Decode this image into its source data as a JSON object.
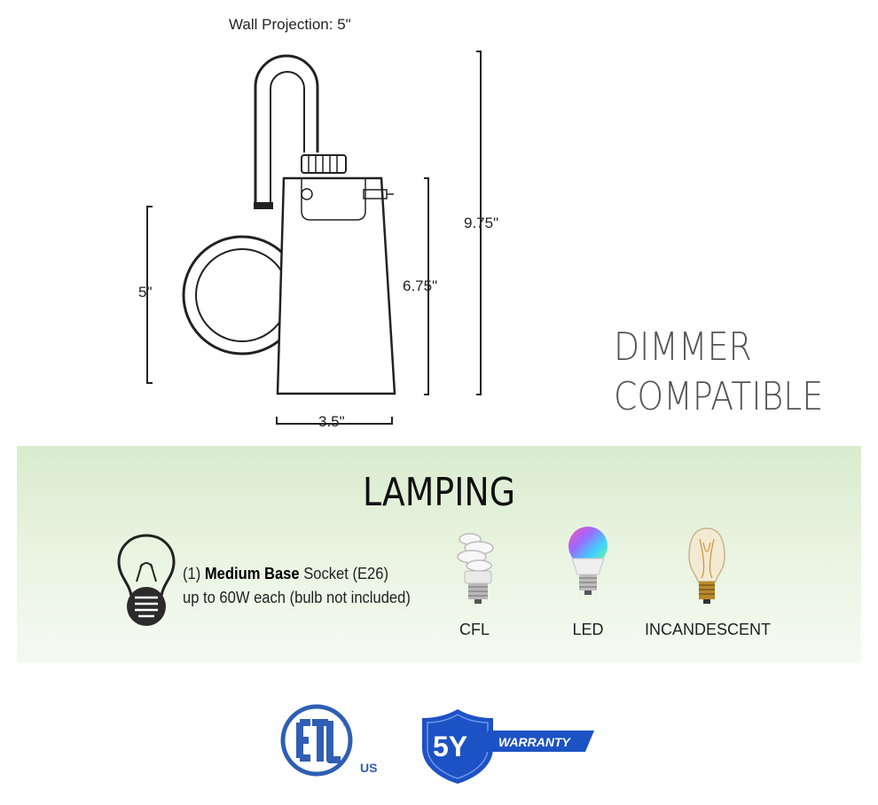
{
  "dimensions": {
    "wall_projection": "Wall Projection: 5\"",
    "backplate_height": "5\"",
    "shade_height": "6.75\"",
    "overall_height": "9.75\"",
    "shade_width": "3.5\""
  },
  "feature": {
    "line1": "DIMMER",
    "line2": "COMPATIBLE"
  },
  "lamping": {
    "title": "LAMPING",
    "quantity": "(1)",
    "base_type": "Medium Base",
    "socket": "Socket (E26)",
    "wattage": "up to 60W each (bulb not included)",
    "bulbs": [
      {
        "label": "CFL",
        "icon": "cfl-bulb-icon"
      },
      {
        "label": "LED",
        "icon": "led-bulb-icon"
      },
      {
        "label": "INCANDESCENT",
        "icon": "incandescent-bulb-icon"
      }
    ]
  },
  "certifications": {
    "etl_suffix": "US",
    "etl_mark": "ETL",
    "warranty_years": "5Y",
    "warranty_text": "WARRANTY"
  },
  "colors": {
    "line": "#222222",
    "band": "#e4f1da",
    "etl_blue": "#2f5fb3",
    "warranty_blue": "#1d52c4"
  }
}
